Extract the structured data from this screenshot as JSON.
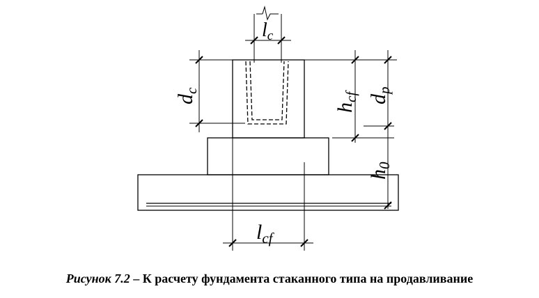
{
  "labels": {
    "l_c": "l",
    "l_c_sub": "c",
    "d_c": "d",
    "d_c_sub": "c",
    "h_cf": "h",
    "h_cf_sub": "cf",
    "d_p": "d",
    "d_p_sub": "p",
    "h_0": "h",
    "h_0_sub": "0",
    "l_cf": "l",
    "l_cf_sub": "cf"
  },
  "caption": {
    "figure": "Рисунок 7.2",
    "text": " – К расчету фундамента стаканного типа на продавливание"
  }
}
